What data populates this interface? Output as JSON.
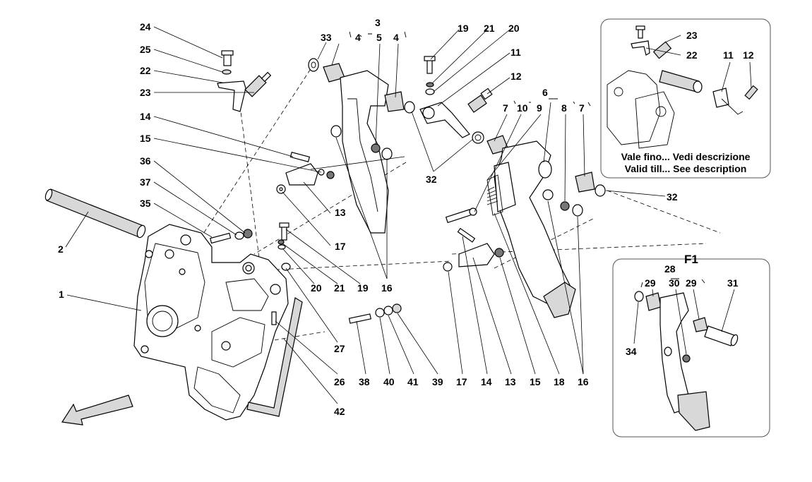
{
  "callouts": [
    {
      "id": "c24",
      "text": "24"
    },
    {
      "id": "c25",
      "text": "25"
    },
    {
      "id": "c22",
      "text": "22"
    },
    {
      "id": "c23",
      "text": "23"
    },
    {
      "id": "c14",
      "text": "14"
    },
    {
      "id": "c15",
      "text": "15"
    },
    {
      "id": "c36",
      "text": "36"
    },
    {
      "id": "c37",
      "text": "37"
    },
    {
      "id": "c35",
      "text": "35"
    },
    {
      "id": "c2",
      "text": "2"
    },
    {
      "id": "c1",
      "text": "1"
    },
    {
      "id": "c33",
      "text": "33"
    },
    {
      "id": "c4a",
      "text": "4"
    },
    {
      "id": "c3",
      "text": "3"
    },
    {
      "id": "c5",
      "text": "5"
    },
    {
      "id": "c4b",
      "text": "4"
    },
    {
      "id": "c19",
      "text": "19"
    },
    {
      "id": "c21",
      "text": "21"
    },
    {
      "id": "c20",
      "text": "20"
    },
    {
      "id": "c11",
      "text": "11"
    },
    {
      "id": "c12",
      "text": "12"
    },
    {
      "id": "c6",
      "text": "6"
    },
    {
      "id": "c7a",
      "text": "7"
    },
    {
      "id": "c10",
      "text": "10"
    },
    {
      "id": "c9",
      "text": "9"
    },
    {
      "id": "c8",
      "text": "8"
    },
    {
      "id": "c7b",
      "text": "7"
    },
    {
      "id": "c32a",
      "text": "32"
    },
    {
      "id": "c32b",
      "text": "32"
    },
    {
      "id": "c13a",
      "text": "13"
    },
    {
      "id": "c17a",
      "text": "17"
    },
    {
      "id": "c20b",
      "text": "20"
    },
    {
      "id": "c21b",
      "text": "21"
    },
    {
      "id": "c19b",
      "text": "19"
    },
    {
      "id": "c16a",
      "text": "16"
    },
    {
      "id": "c27",
      "text": "27"
    },
    {
      "id": "c26",
      "text": "26"
    },
    {
      "id": "c42",
      "text": "42"
    },
    {
      "id": "c38",
      "text": "38"
    },
    {
      "id": "c40",
      "text": "40"
    },
    {
      "id": "c41",
      "text": "41"
    },
    {
      "id": "c39",
      "text": "39"
    },
    {
      "id": "c17b",
      "text": "17"
    },
    {
      "id": "c14b",
      "text": "14"
    },
    {
      "id": "c13b",
      "text": "13"
    },
    {
      "id": "c15b",
      "text": "15"
    },
    {
      "id": "c18",
      "text": "18"
    },
    {
      "id": "c16b",
      "text": "16"
    },
    {
      "id": "i23",
      "text": "23"
    },
    {
      "id": "i22",
      "text": "22"
    },
    {
      "id": "i11",
      "text": "11"
    },
    {
      "id": "i12",
      "text": "12"
    },
    {
      "id": "f28",
      "text": "28"
    },
    {
      "id": "f29a",
      "text": "29"
    },
    {
      "id": "f30",
      "text": "30"
    },
    {
      "id": "f29b",
      "text": "29"
    },
    {
      "id": "f31",
      "text": "31"
    },
    {
      "id": "f34",
      "text": "34"
    }
  ],
  "inset_note": {
    "line1": "Vale fino... Vedi descrizione",
    "line2": "Valid till... See description"
  },
  "variant_label": "F1"
}
